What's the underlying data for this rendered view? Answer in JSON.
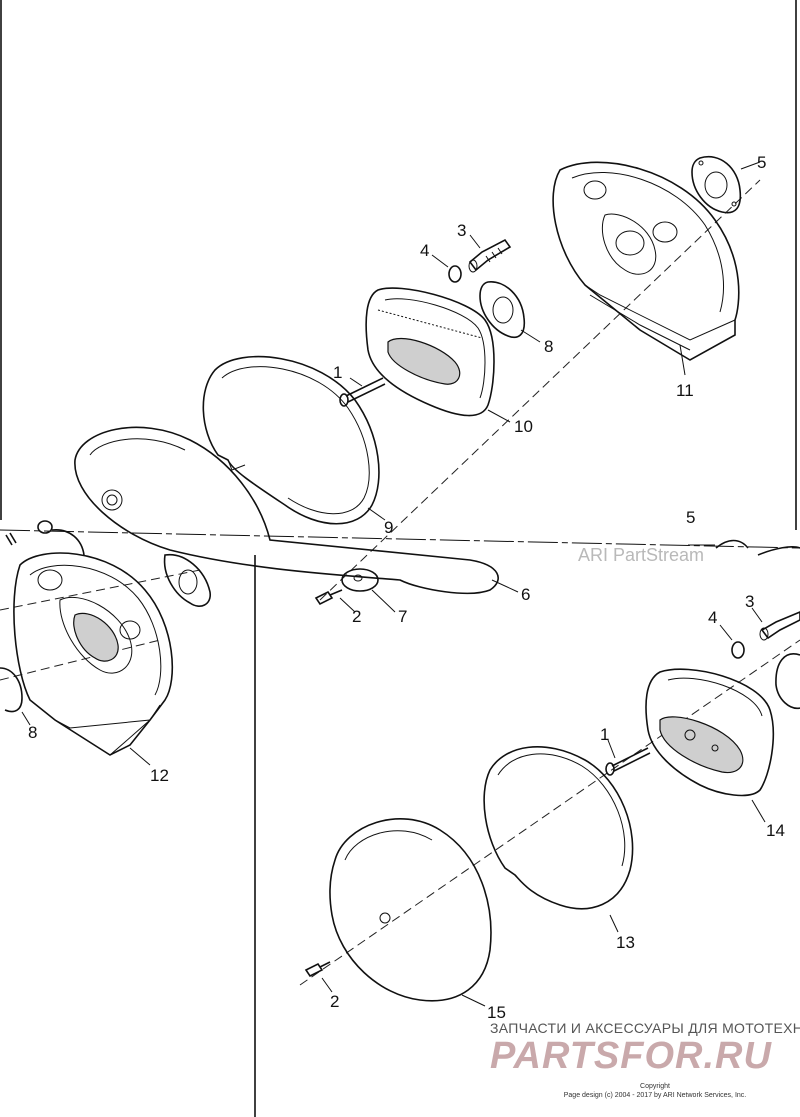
{
  "callouts": {
    "top": [
      "1",
      "2",
      "3",
      "4",
      "5",
      "6",
      "7",
      "8",
      "9",
      "10",
      "11"
    ],
    "left": [
      "8",
      "12"
    ],
    "right": [
      "1",
      "2",
      "3",
      "4",
      "5",
      "13",
      "14",
      "15"
    ]
  },
  "watermark": "ARI PartStream",
  "footer": {
    "copyright_label": "Copyright",
    "copyright_line": "Page design (c) 2004 - 2017 by ARI Network Services, Inc."
  },
  "promo": {
    "tagline": "ЗАПЧАСТИ И АКСЕССУАРЫ ДЛЯ МОТОТЕХНИКИ",
    "brand": "PARTSFOR.RU"
  }
}
